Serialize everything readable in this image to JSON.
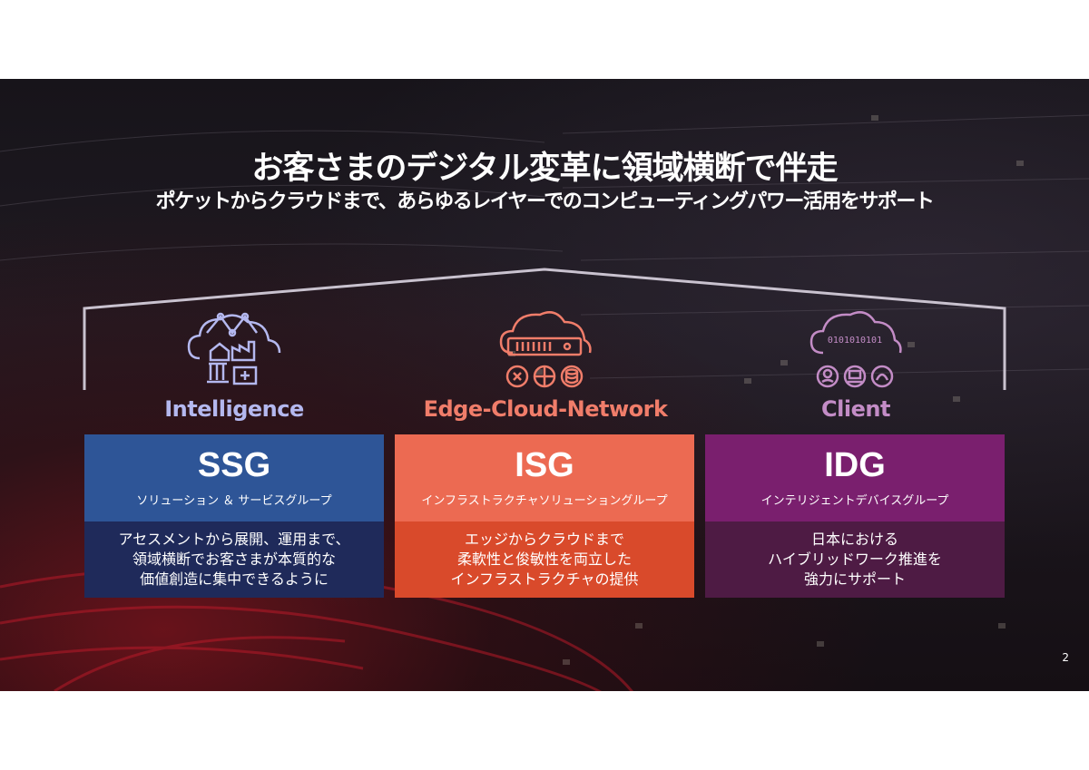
{
  "header": {
    "title": "お客さまのデジタル変革に領域横断で伴走",
    "subtitle": "ポケットからクラウドまで、あらゆるレイヤーでのコンピューティングパワー活用をサポート"
  },
  "pillars": [
    {
      "area": "Intelligence",
      "code": "SSG",
      "name": "ソリューション ＆ サービスグループ",
      "desc": [
        "アセスメントから展開、運用まで、",
        "領域横断でお客さまが本質的な",
        "価値創造に集中できるように"
      ]
    },
    {
      "area": "Edge-Cloud-Network",
      "code": "ISG",
      "name": "インフラストラクチャソリューショングループ",
      "desc": [
        "エッジからクラウドまで",
        "柔軟性と俊敏性を両立した",
        "インフラストラクチャの提供"
      ]
    },
    {
      "area": "Client",
      "code": "IDG",
      "name": "インテリジェントデバイスグループ",
      "desc": [
        "日本における",
        "ハイブリッドワーク推進を",
        "強力にサポート"
      ]
    }
  ],
  "icons": [
    "cloud-buildings-icon",
    "cloud-server-icon",
    "cloud-binary-devices-icon"
  ],
  "colors": {
    "ssg_top": "#2e5597",
    "ssg_bottom": "#1f2a5a",
    "isg_top": "#ec6a52",
    "isg_bottom": "#d94a2b",
    "idg_top": "#7a1f6e",
    "idg_bottom": "#4e1b44",
    "intelligence_label": "#b4b8ef",
    "ecn_label": "#f07d6a",
    "client_label": "#c38cc6"
  },
  "page_number": "2"
}
